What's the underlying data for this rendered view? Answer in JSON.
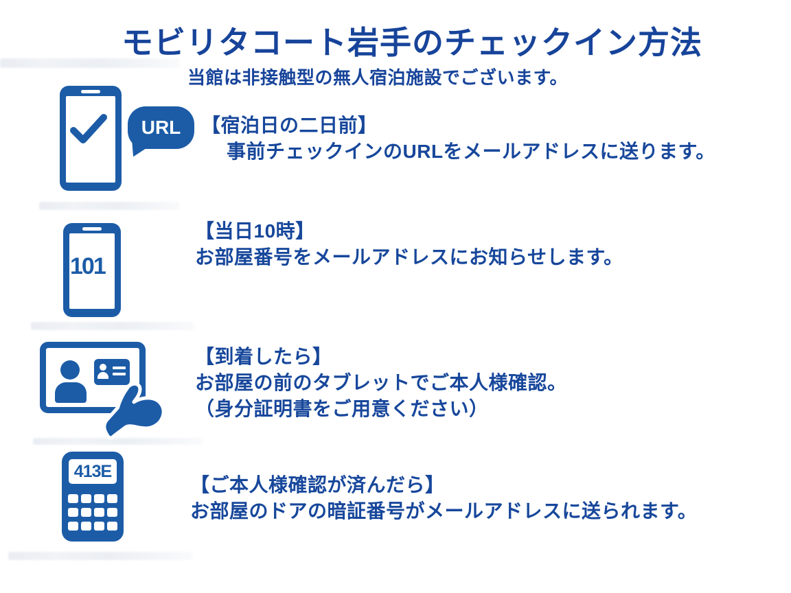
{
  "page": {
    "title": "モビリタコート岩手のチェックイン方法",
    "subtitle": "当館は非接触型の無人宿泊施設でございます。"
  },
  "colors": {
    "text_blue": "#17479b",
    "icon_blue": "#1c5ca7"
  },
  "icons": {
    "step1": [
      "smartphone-check-icon",
      "url-speech-bubble-icon"
    ],
    "step2": [
      "smartphone-room-number-icon"
    ],
    "step3": [
      "tablet-id-verification-icon",
      "pointing-hand-icon"
    ],
    "step4": [
      "door-keypad-icon"
    ]
  },
  "steps": [
    {
      "bubble_label": "URL",
      "heading": "【宿泊日の二日前】",
      "lines": [
        "事前チェックインのURLをメールアドレスに送ります。"
      ]
    },
    {
      "screen_label": "101",
      "heading": "【当日10時】",
      "lines": [
        "お部屋番号をメールアドレスにお知らせします。"
      ]
    },
    {
      "heading": "【到着したら】",
      "lines": [
        "お部屋の前のタブレットでご本人様確認。",
        "（身分証明書をご用意ください）"
      ]
    },
    {
      "display_label": "413E",
      "heading": "【ご本人様確認が済んだら】",
      "lines": [
        "お部屋のドアの暗証番号がメールアドレスに送られます。"
      ]
    }
  ]
}
